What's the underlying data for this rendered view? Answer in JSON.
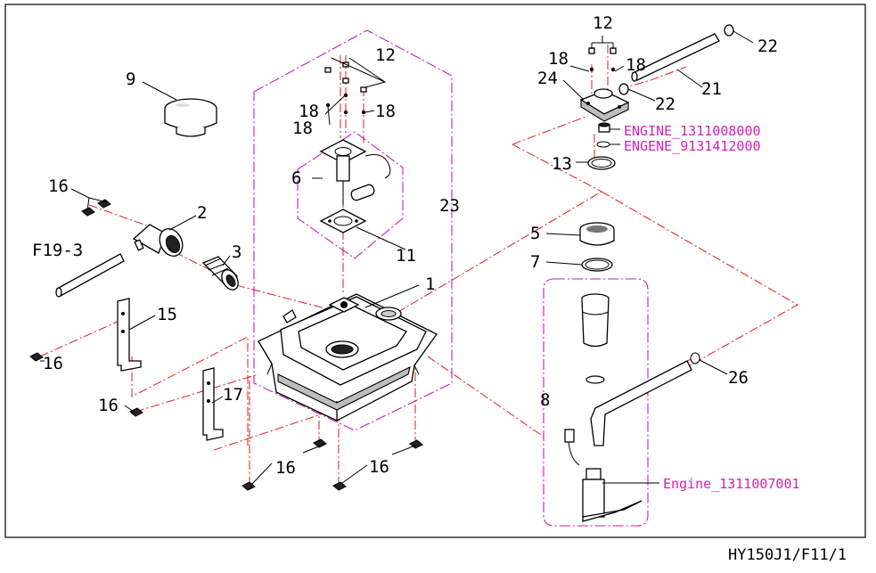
{
  "drawing_number": "HY150J1/F11/1",
  "callouts": {
    "c1": "1",
    "c2": "2",
    "c3": "3",
    "c5": "5",
    "c6": "6",
    "c7": "7",
    "c8": "8",
    "c9": "9",
    "c11": "11",
    "c12a": "12",
    "c12b": "12",
    "c13": "13",
    "c15": "15",
    "c16a": "16",
    "c16b": "16",
    "c16c": "16",
    "c16d": "16",
    "c16e": "16",
    "c17": "17",
    "c18a": "18",
    "c18b": "18",
    "c18c": "18",
    "c18d": "18",
    "c18e": "18",
    "c21": "21",
    "c22a": "22",
    "c22b": "22",
    "c23": "23",
    "c24": "24",
    "c26": "26",
    "cf19": "F19-3"
  },
  "part_refs": {
    "engine_fuel_gauge": "ENGINE_1311008000",
    "engine_oring": "ENGENE_9131412000",
    "engine_pump": "Engine_1311007001"
  },
  "colors": {
    "frame": "#000000",
    "assembly_line": "#e03030",
    "group_outline": "#c41fb0",
    "part_ref_text": "#d61fb8"
  }
}
